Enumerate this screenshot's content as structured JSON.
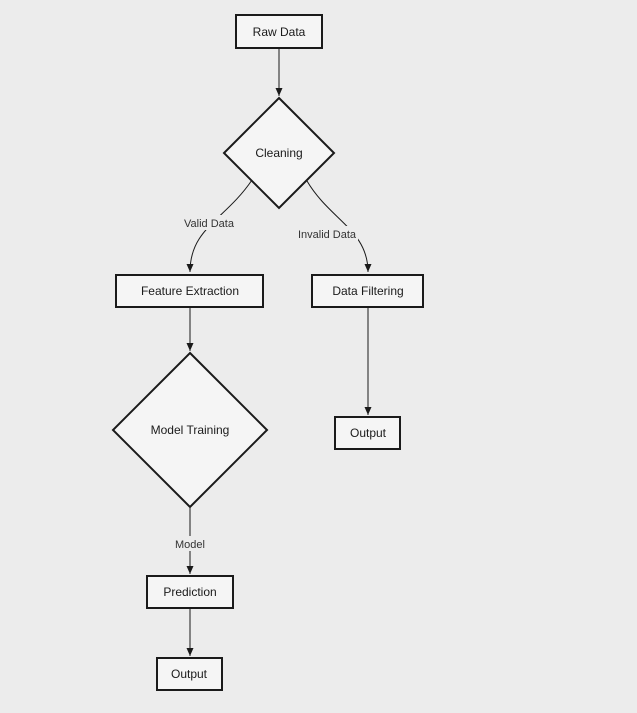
{
  "diagram": {
    "type": "flowchart",
    "colors": {
      "background": "#ececec",
      "node_fill": "#f5f5f5",
      "node_stroke": "#1a1a1a",
      "text": "#1a1a1a"
    },
    "nodes": [
      {
        "id": "raw-data",
        "shape": "rectangle",
        "label": "Raw Data"
      },
      {
        "id": "cleaning",
        "shape": "diamond",
        "label": "Cleaning"
      },
      {
        "id": "feature-extraction",
        "shape": "rectangle",
        "label": "Feature Extraction"
      },
      {
        "id": "data-filtering",
        "shape": "rectangle",
        "label": "Data Filtering"
      },
      {
        "id": "model-training",
        "shape": "diamond",
        "label": "Model Training"
      },
      {
        "id": "prediction",
        "shape": "rectangle",
        "label": "Prediction"
      },
      {
        "id": "output-left",
        "shape": "rectangle",
        "label": "Output"
      },
      {
        "id": "output-right",
        "shape": "rectangle",
        "label": "Output"
      }
    ],
    "edges": [
      {
        "from": "raw-data",
        "to": "cleaning",
        "label": ""
      },
      {
        "from": "cleaning",
        "to": "feature-extraction",
        "label": "Valid Data"
      },
      {
        "from": "cleaning",
        "to": "data-filtering",
        "label": "Invalid Data"
      },
      {
        "from": "feature-extraction",
        "to": "model-training",
        "label": ""
      },
      {
        "from": "model-training",
        "to": "prediction",
        "label": "Model"
      },
      {
        "from": "prediction",
        "to": "output-left",
        "label": ""
      },
      {
        "from": "data-filtering",
        "to": "output-right",
        "label": ""
      }
    ]
  }
}
